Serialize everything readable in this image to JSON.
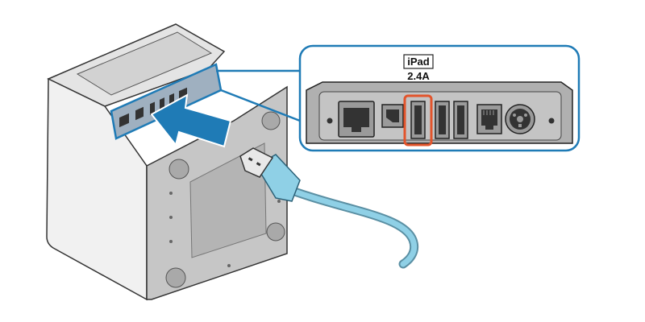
{
  "callout": {
    "port_label": "iPad",
    "port_rating": "2.4A"
  },
  "colors": {
    "accent_blue": "#1f7bb6",
    "highlight_orange": "#e2542b",
    "cable_blue": "#8fd0e6",
    "printer_gray": "#c9c9c9"
  },
  "icons": {
    "printer": "printer-illustration",
    "arrow": "insert-arrow-icon",
    "cable": "usb-cable-icon",
    "callout": "port-panel-callout"
  }
}
